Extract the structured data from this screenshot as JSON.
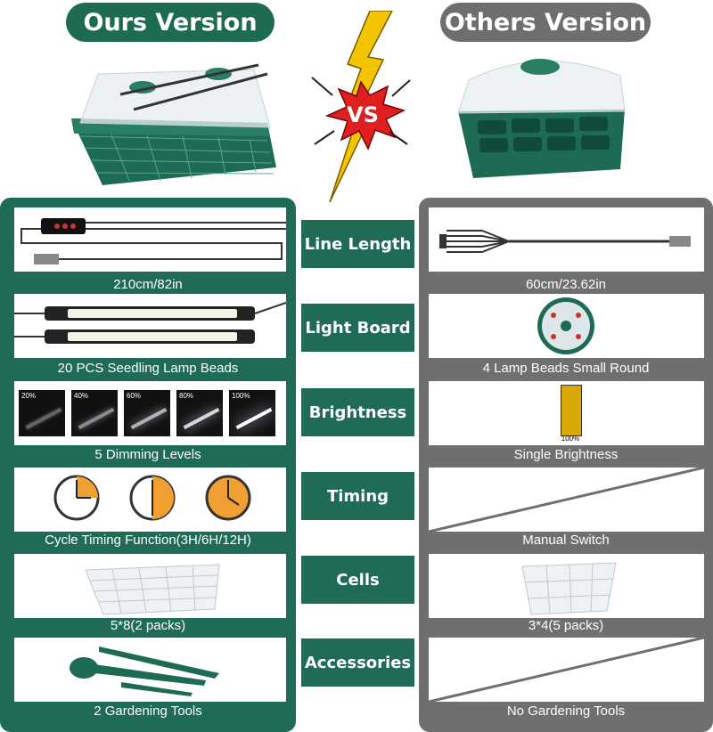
{
  "header": {
    "ours_title": "Ours Version",
    "others_title": "Others Version",
    "vs_text": "VS"
  },
  "features": [
    {
      "label": "Line Length",
      "ours": "210cm/82in",
      "others": "60cm/23.62in"
    },
    {
      "label": "Light Board",
      "ours": "20 PCS Seedling Lamp Beads",
      "others": "4 Lamp Beads Small Round"
    },
    {
      "label": "Brightness",
      "ours": "5 Dimming Levels",
      "others": "Single Brightness"
    },
    {
      "label": "Timing",
      "ours": "Cycle Timing Function(3H/6H/12H)",
      "others": "Manual Switch"
    },
    {
      "label": "Cells",
      "ours": "5*8(2 packs)",
      "others": "3*4(5 packs)"
    },
    {
      "label": "Accessories",
      "ours": "2 Gardening Tools",
      "others": "No Gardening Tools"
    }
  ],
  "dimming_levels": [
    "20%",
    "40%",
    "60%",
    "80%",
    "100%"
  ],
  "single_brightness_label": "100%",
  "colors": {
    "ours_green": "#1f6b55",
    "others_gray": "#6f6f6f",
    "clock_orange": "#f0a030",
    "vs_red": "#e02020",
    "lightning_yellow": "#f5c400"
  }
}
